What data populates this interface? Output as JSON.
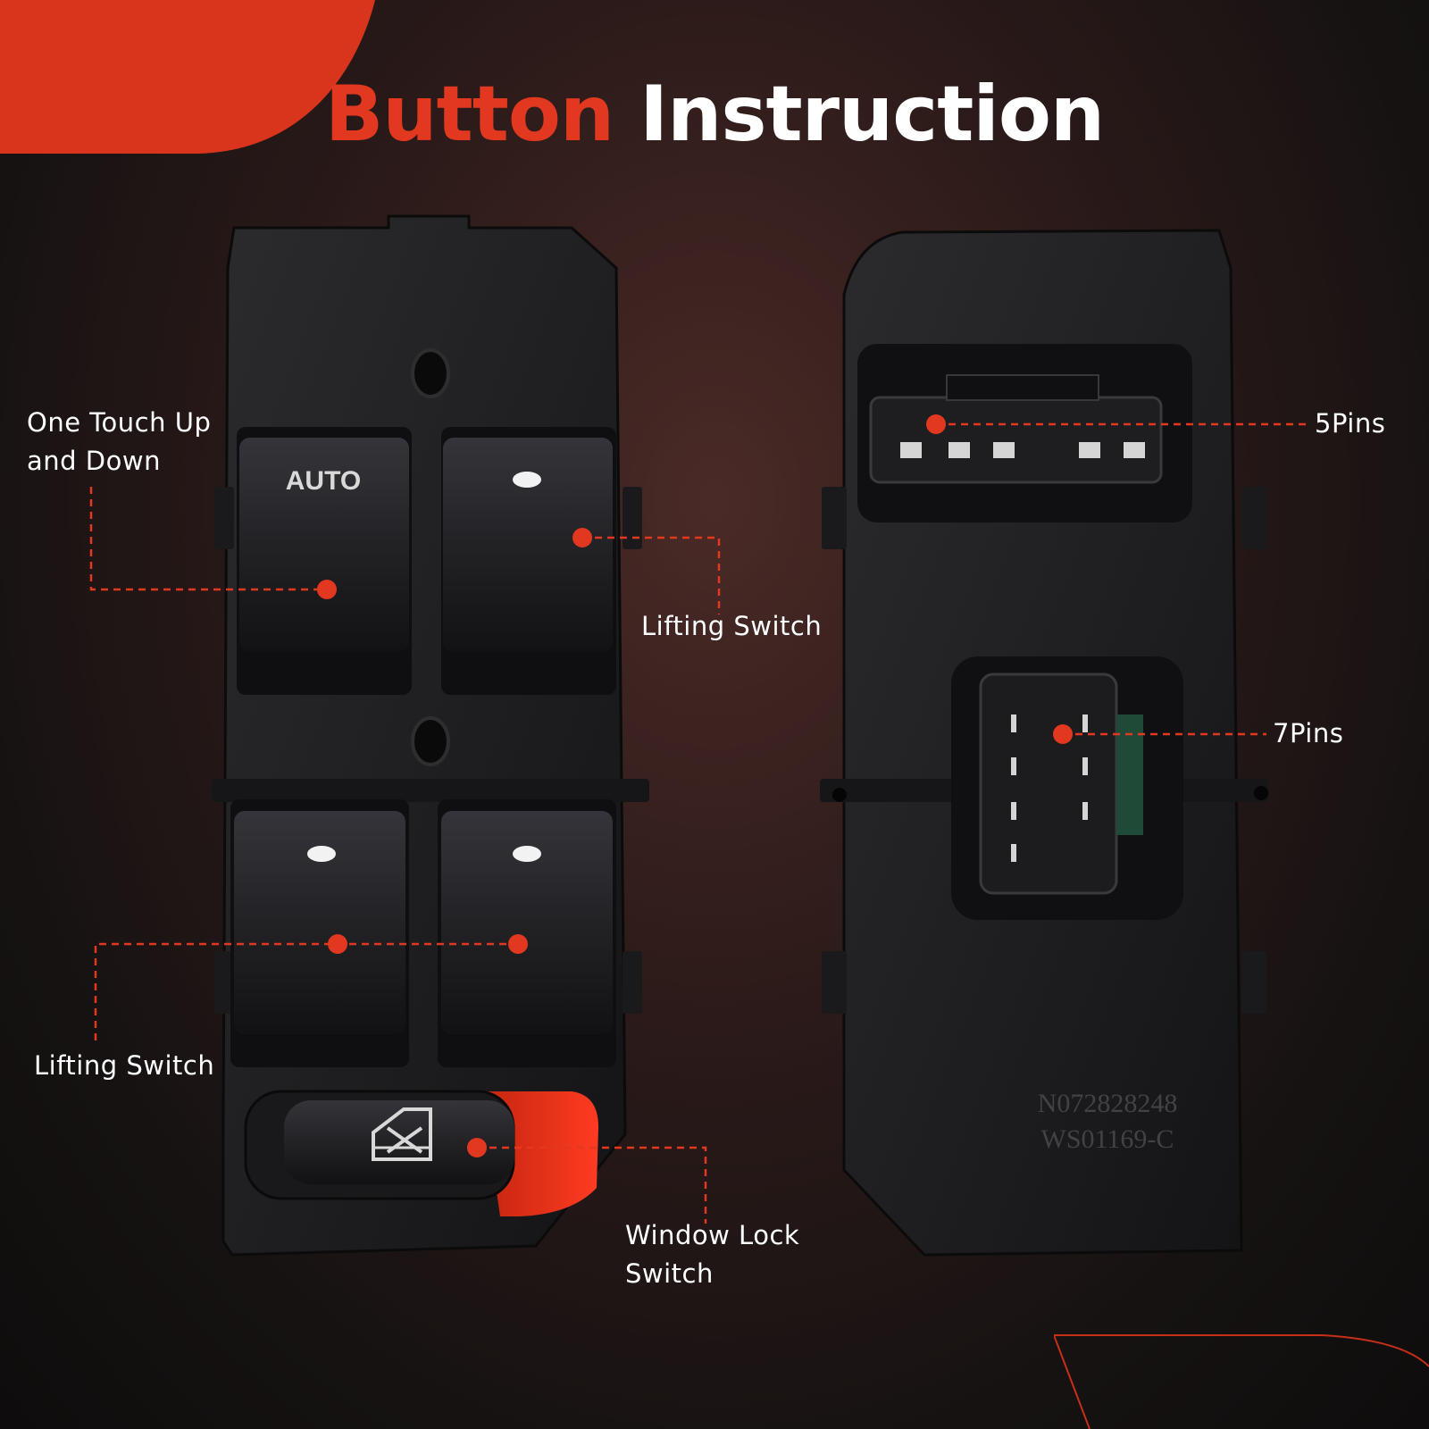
{
  "title": {
    "accent": "Button",
    "main": "Instruction"
  },
  "callouts": {
    "one_touch": [
      "One Touch Up",
      "and Down"
    ],
    "lifting_top": [
      "Lifting Switch"
    ],
    "lifting_bottom": [
      "Lifting Switch"
    ],
    "window_lock": [
      "Window Lock",
      "Switch"
    ],
    "pins5": [
      "5Pins"
    ],
    "pins7": [
      "7Pins"
    ]
  },
  "product": {
    "auto_label": "AUTO",
    "part_number_1": "N072828248",
    "part_number_2": "WS01169-C"
  },
  "colors": {
    "accent": "#e2381f",
    "callout_dot": "#e2381f",
    "text": "#ffffff",
    "switch_body": "#1d1d1f"
  }
}
